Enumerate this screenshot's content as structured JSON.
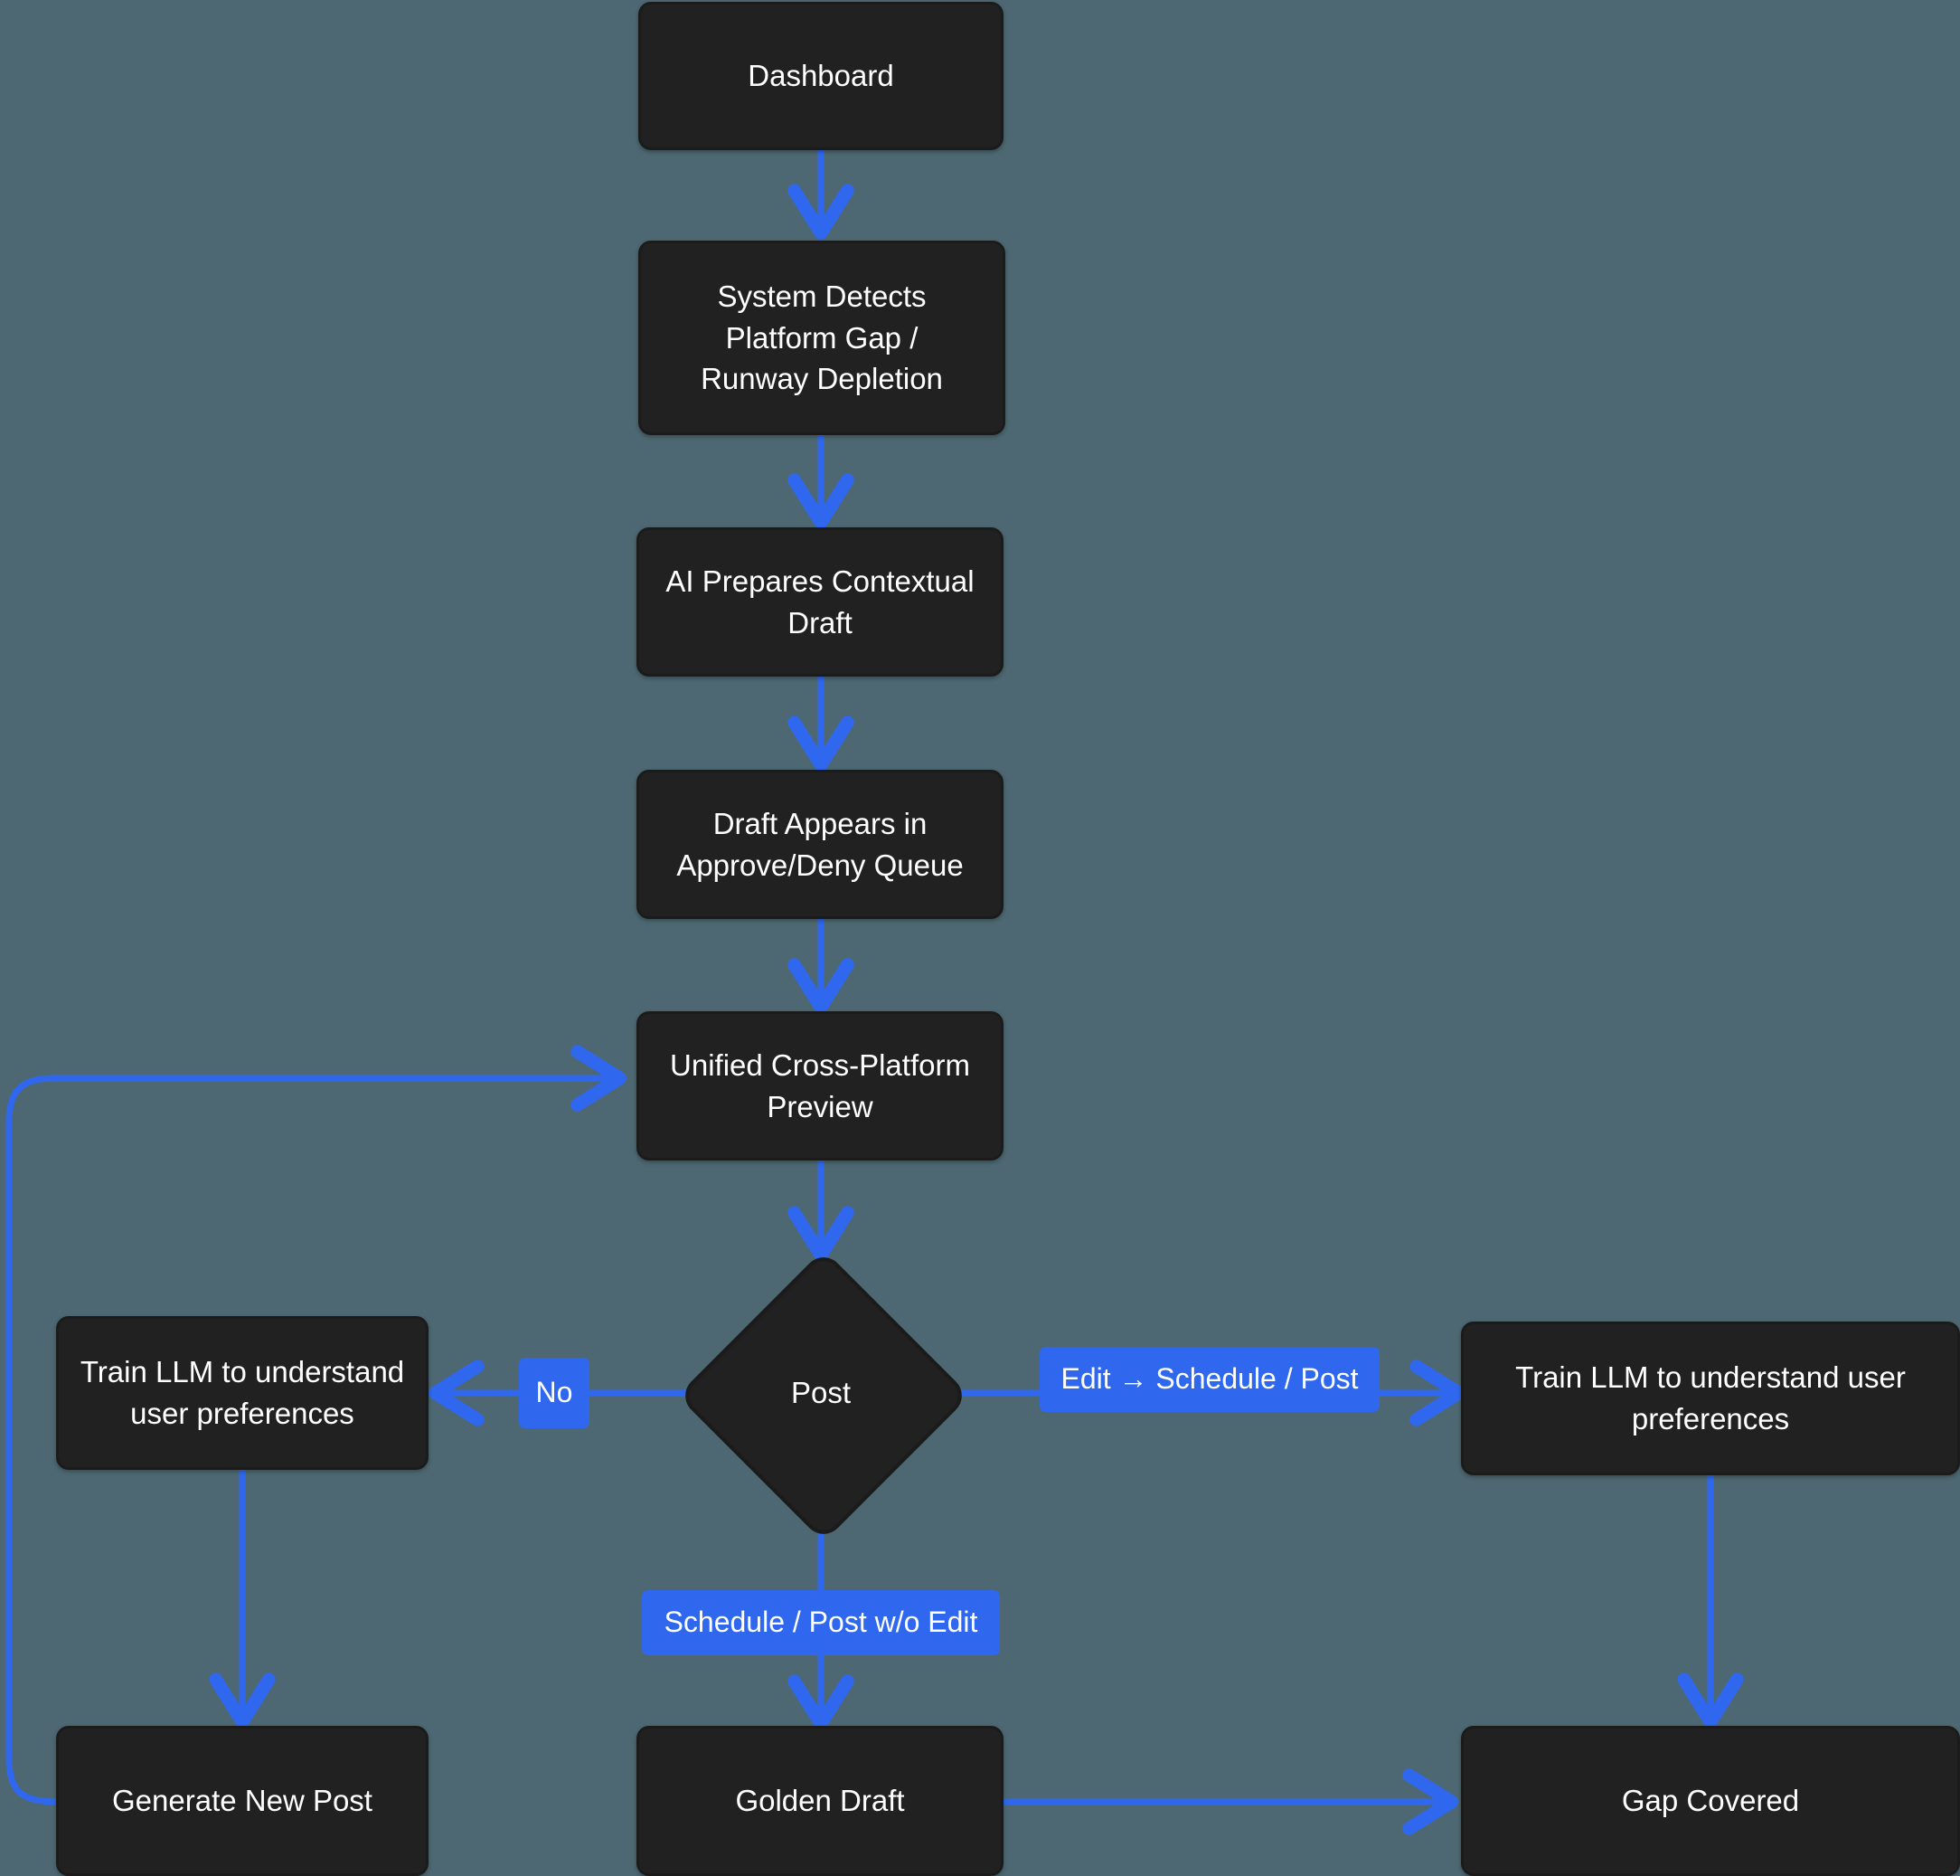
{
  "diagram": {
    "type": "flowchart",
    "direction": "top-down",
    "background_color": "#4d6872",
    "node_fill_color": "#212121",
    "node_text_color": "#ffffff",
    "edge_color": "#2f68ef",
    "edge_label_fill_color": "#2f68ef",
    "edge_label_text_color": "#ffffff",
    "nodes": [
      {
        "id": "dashboard",
        "shape": "rounded-rect",
        "label": "Dashboard"
      },
      {
        "id": "detect",
        "shape": "rounded-rect",
        "label": "System Detects Platform Gap / Runway Depletion"
      },
      {
        "id": "ai_draft",
        "shape": "rounded-rect",
        "label": "AI Prepares Contextual Draft"
      },
      {
        "id": "queue",
        "shape": "rounded-rect",
        "label": "Draft Appears in Approve/Deny Queue"
      },
      {
        "id": "preview",
        "shape": "rounded-rect",
        "label": "Unified Cross-Platform Preview"
      },
      {
        "id": "decision",
        "shape": "diamond",
        "label": "Post"
      },
      {
        "id": "train_left",
        "shape": "rounded-rect",
        "label": "Train LLM to understand user preferences"
      },
      {
        "id": "train_right",
        "shape": "rounded-rect",
        "label": "Train LLM to understand user preferences"
      },
      {
        "id": "generate_new",
        "shape": "rounded-rect",
        "label": "Generate New Post"
      },
      {
        "id": "golden_draft",
        "shape": "rounded-rect",
        "label": "Golden Draft"
      },
      {
        "id": "gap_covered",
        "shape": "rounded-rect",
        "label": "Gap Covered"
      }
    ],
    "node_lines": {
      "dashboard": [
        "Dashboard"
      ],
      "detect": [
        "System Detects",
        "Platform Gap /",
        "Runway Depletion"
      ],
      "ai_draft": [
        "AI Prepares Contextual",
        "Draft"
      ],
      "queue": [
        "Draft Appears in",
        "Approve/Deny Queue"
      ],
      "preview": [
        "Unified Cross-Platform",
        "Preview"
      ],
      "decision": [
        "Post"
      ],
      "train_left": [
        "Train LLM to understand",
        "user preferences"
      ],
      "train_right": [
        "Train LLM to understand user",
        "preferences"
      ],
      "generate_new": [
        "Generate New Post"
      ],
      "golden_draft": [
        "Golden Draft"
      ],
      "gap_covered": [
        "Gap Covered"
      ]
    },
    "edges": [
      {
        "from": "dashboard",
        "to": "detect",
        "label": ""
      },
      {
        "from": "detect",
        "to": "ai_draft",
        "label": ""
      },
      {
        "from": "ai_draft",
        "to": "queue",
        "label": ""
      },
      {
        "from": "queue",
        "to": "preview",
        "label": ""
      },
      {
        "from": "preview",
        "to": "decision",
        "label": ""
      },
      {
        "from": "decision",
        "to": "train_left",
        "label": "No"
      },
      {
        "from": "decision",
        "to": "train_right",
        "label": "Edit → Schedule / Post"
      },
      {
        "from": "decision",
        "to": "golden_draft",
        "label": "Schedule / Post w/o Edit"
      },
      {
        "from": "train_left",
        "to": "generate_new",
        "label": ""
      },
      {
        "from": "train_right",
        "to": "gap_covered",
        "label": ""
      },
      {
        "from": "golden_draft",
        "to": "gap_covered",
        "label": ""
      },
      {
        "from": "generate_new",
        "to": "preview",
        "label": ""
      }
    ],
    "edge_labels": {
      "no": "No",
      "edit_schedule_post": "Edit → Schedule / Post",
      "schedule_post_wo_edit": "Schedule / Post w/o Edit"
    }
  }
}
